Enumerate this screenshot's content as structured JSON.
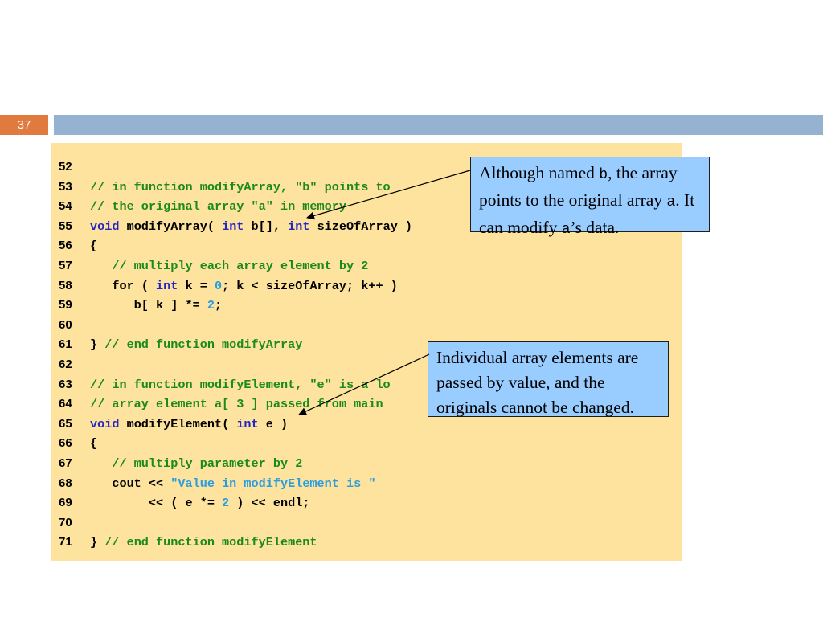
{
  "slide": {
    "number": "37"
  },
  "code": {
    "lines": [
      {
        "n": "52",
        "parts": []
      },
      {
        "n": "53",
        "parts": [
          {
            "t": "// in function modifyArray, \"b\" points to",
            "c": "cm"
          }
        ]
      },
      {
        "n": "54",
        "parts": [
          {
            "t": "// the original array \"a\" in memory",
            "c": "cm"
          }
        ]
      },
      {
        "n": "55",
        "parts": [
          {
            "t": "void",
            "c": "kw"
          },
          {
            "t": " modifyArray( ",
            "c": ""
          },
          {
            "t": "int",
            "c": "kw"
          },
          {
            "t": " b[], ",
            "c": ""
          },
          {
            "t": "int",
            "c": "kw"
          },
          {
            "t": " sizeOfArray )",
            "c": ""
          }
        ]
      },
      {
        "n": "56",
        "parts": [
          {
            "t": "{",
            "c": ""
          }
        ]
      },
      {
        "n": "57",
        "parts": [
          {
            "t": "   // multiply each array element by 2",
            "c": "cm"
          }
        ]
      },
      {
        "n": "58",
        "parts": [
          {
            "t": "   for ( ",
            "c": ""
          },
          {
            "t": "int",
            "c": "kw"
          },
          {
            "t": " k = ",
            "c": ""
          },
          {
            "t": "0",
            "c": "num"
          },
          {
            "t": "; k < sizeOfArray; k++ )",
            "c": ""
          }
        ]
      },
      {
        "n": "59",
        "parts": [
          {
            "t": "      b[ k ] *= ",
            "c": ""
          },
          {
            "t": "2",
            "c": "num"
          },
          {
            "t": ";",
            "c": ""
          }
        ]
      },
      {
        "n": "60",
        "parts": []
      },
      {
        "n": "61",
        "parts": [
          {
            "t": "} ",
            "c": ""
          },
          {
            "t": "// end function modifyArray",
            "c": "cm"
          }
        ]
      },
      {
        "n": "62",
        "parts": []
      },
      {
        "n": "63",
        "parts": [
          {
            "t": "// in function modifyElement, \"e\" is a lo",
            "c": "cm"
          }
        ]
      },
      {
        "n": "64",
        "parts": [
          {
            "t": "// array element a[ 3 ] passed from main",
            "c": "cm"
          }
        ]
      },
      {
        "n": "65",
        "parts": [
          {
            "t": "void",
            "c": "kw"
          },
          {
            "t": " modifyElement( ",
            "c": ""
          },
          {
            "t": "int",
            "c": "kw"
          },
          {
            "t": " e )",
            "c": ""
          }
        ]
      },
      {
        "n": "66",
        "parts": [
          {
            "t": "{",
            "c": ""
          }
        ]
      },
      {
        "n": "67",
        "parts": [
          {
            "t": "   // multiply parameter by 2",
            "c": "cm"
          }
        ]
      },
      {
        "n": "68",
        "parts": [
          {
            "t": "   cout << ",
            "c": ""
          },
          {
            "t": "\"Value in modifyElement is \"",
            "c": "str"
          }
        ]
      },
      {
        "n": "69",
        "parts": [
          {
            "t": "        << ( e *= ",
            "c": ""
          },
          {
            "t": "2",
            "c": "num"
          },
          {
            "t": " ) << endl;",
            "c": ""
          }
        ]
      },
      {
        "n": "70",
        "parts": []
      },
      {
        "n": "71",
        "parts": [
          {
            "t": "} ",
            "c": ""
          },
          {
            "t": "// end function modifyElement",
            "c": "cm"
          }
        ]
      }
    ]
  },
  "callouts": {
    "first": {
      "parts": [
        {
          "t": "Although named ",
          "mono": false
        },
        {
          "t": "b",
          "mono": true
        },
        {
          "t": ", the array points to the original array ",
          "mono": false
        },
        {
          "t": "a",
          "mono": true
        },
        {
          "t": ". It can modify ",
          "mono": false
        },
        {
          "t": "a",
          "mono": true
        },
        {
          "t": "’s data.",
          "mono": false
        }
      ]
    },
    "second": {
      "text": "Individual array elements are passed by value, and the originals cannot be changed."
    }
  },
  "colors": {
    "slide_number_bg": "#e07a3f",
    "title_bar": "#95b3d1",
    "code_bg": "#fde39d",
    "callout_bg": "#99ccff",
    "comment": "#1a8a1a",
    "keyword": "#2323c8",
    "literal": "#2a9ce0"
  }
}
